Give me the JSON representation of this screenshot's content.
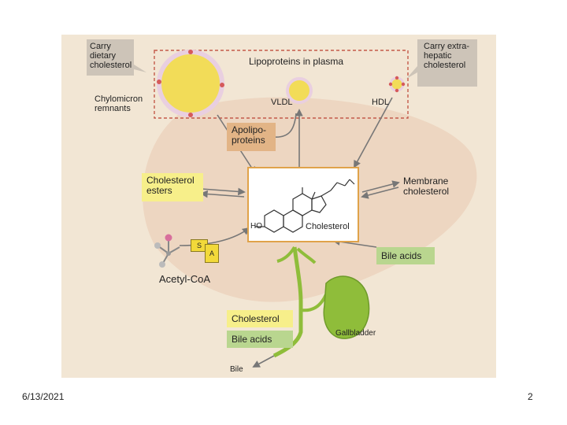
{
  "labels": {
    "carry_dietary": "Carry dietary cholesterol",
    "lipoproteins_in_plasma": "Lipoproteins in plasma",
    "carry_extrahepatic": "Carry extra-hepatic cholesterol",
    "chylomicron_remnants": "Chylomicron remnants",
    "vldl": "VLDL",
    "hdl": "HDL",
    "apolipoproteins": "Apolipo-proteins",
    "cholesterol_esters": "Cholesterol esters",
    "membrane_cholesterol": "Membrane cholesterol",
    "ho": "HO",
    "cholesterol_center": "Cholesterol",
    "acetyl_coa": "Acetyl-CoA",
    "s_label": "S",
    "a_label": "A",
    "bile_acids_right": "Bile acids",
    "cholesterol_bottom": "Cholesterol",
    "bile_acids_bottom": "Bile acids",
    "gallbladder": "Gallbladder",
    "bile": "Bile"
  },
  "footer": {
    "date": "6/13/2021",
    "page": "2"
  },
  "colors": {
    "background_panel": "#f2e6d4",
    "yellow_box": "#f7ef8a",
    "green_box": "#b9d68f",
    "tan_box": "#e2b486",
    "cholesterol_box_border": "#e0a34a",
    "lipoprotein_fill": "#f2dc58",
    "liver_green": "#8fbd3a"
  }
}
